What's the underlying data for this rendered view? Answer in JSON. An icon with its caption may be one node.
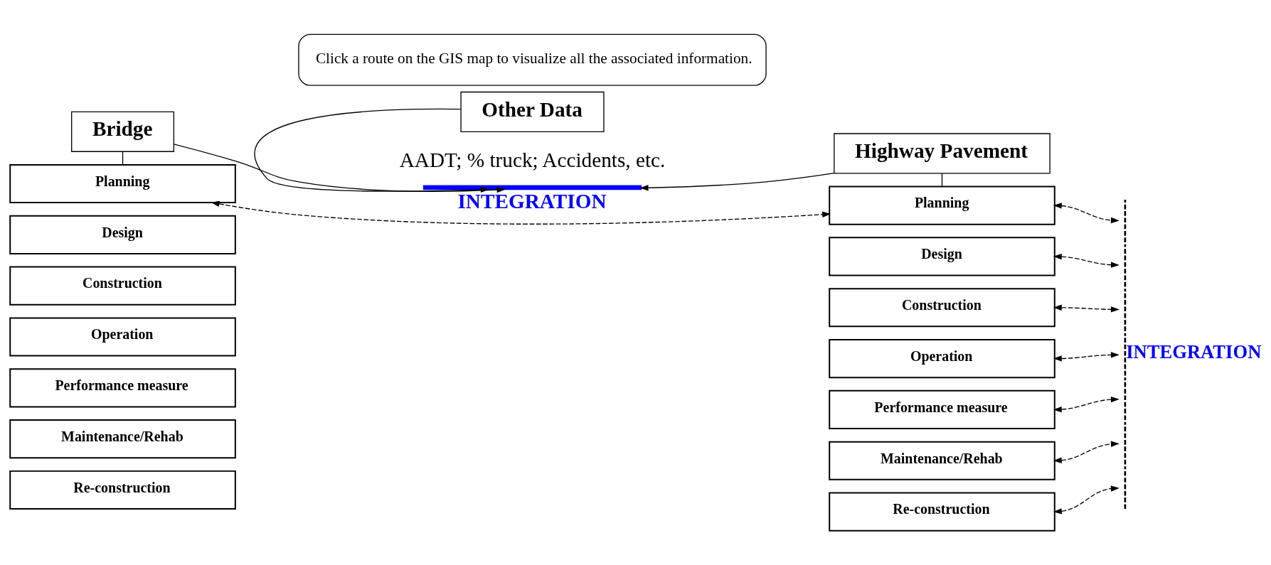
{
  "diagram": {
    "nodes": [
      {
        "text": [
          "Bridge"
        ]
      },
      {
        "text": [
          "Other Data"
        ]
      },
      {
        "text": [
          "Highway Pavement"
        ]
      },
      {
        "text": [
          "Planning"
        ]
      },
      {
        "text": [
          "Design"
        ]
      },
      {
        "text": [
          "Construction"
        ]
      },
      {
        "text": [
          "Operation"
        ]
      },
      {
        "text": [
          "Performance measure"
        ]
      },
      {
        "text": [
          "Maintenance/Rehab"
        ]
      },
      {
        "text": [
          "Re-construction"
        ]
      },
      {
        "text": [
          "Planning"
        ]
      },
      {
        "text": [
          "Design"
        ]
      },
      {
        "text": [
          "Construction"
        ]
      },
      {
        "text": [
          "Operation"
        ]
      },
      {
        "text": [
          "Performance measure"
        ]
      },
      {
        "text": [
          "Maintenance/Rehab"
        ]
      },
      {
        "text": [
          "Re-construction"
        ]
      },
      {
        "text": [
          "Click a route on the GIS map to visualize all the associated information."
        ]
      },
      {
        "text": [],
        "shape": "line"
      },
      {
        "text": [
          "INTEGRATION"
        ]
      }
    ],
    "edges": [
      {
        "from": 0,
        "to": 3,
        "arrow": "none"
      },
      {
        "from": 2,
        "to": 10,
        "arrow": "none"
      },
      {
        "from": 3,
        "to": 10,
        "arrow": "both",
        "style": "dashed",
        "label": "INTEGRATION"
      },
      {
        "from": 0,
        "to": 18,
        "arrow": "to"
      },
      {
        "from": 1,
        "to": 18,
        "arrow": "to"
      },
      {
        "from": 2,
        "to": 18,
        "arrow": "to"
      },
      {
        "from": 10,
        "to": 19,
        "arrow": "both",
        "style": "dashed"
      },
      {
        "from": 11,
        "to": 19,
        "arrow": "both",
        "style": "dashed"
      },
      {
        "from": 12,
        "to": 19,
        "arrow": "both",
        "style": "dashed"
      },
      {
        "from": 13,
        "to": 19,
        "arrow": "both",
        "style": "dashed"
      },
      {
        "from": 14,
        "to": 19,
        "arrow": "both",
        "style": "dashed"
      },
      {
        "from": 15,
        "to": 19,
        "arrow": "both",
        "style": "dashed"
      },
      {
        "from": 16,
        "to": 19,
        "arrow": "both",
        "style": "dashed"
      }
    ],
    "labels": [
      "AADT; % truck; Accidents, etc."
    ]
  }
}
